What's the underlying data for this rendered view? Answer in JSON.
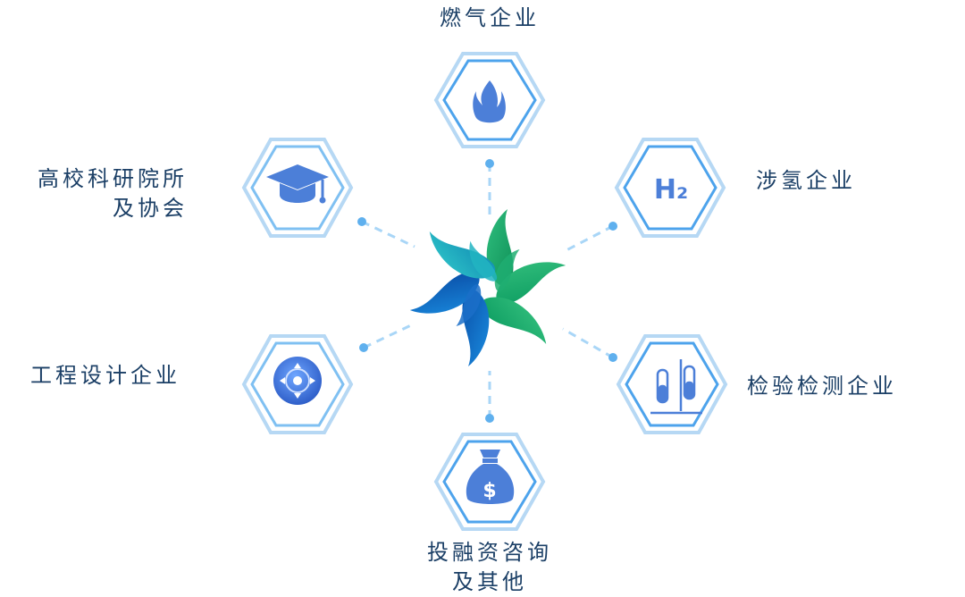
{
  "colors": {
    "hex_outer": "#b6d8f4",
    "hex_outer_strong": "#7fc0f2",
    "hex_inner": "#4da3ec",
    "connector": "#a9d6f7",
    "connector_dot": "#5fb0ee",
    "icon": "#4c7fd8",
    "label": "#1b3f66"
  },
  "nodes": {
    "gas": {
      "lines": [
        "燃气企业"
      ],
      "icon": "flame-icon"
    },
    "hydrogen": {
      "lines": [
        "涉氢企业"
      ],
      "icon": "h2-icon",
      "icon_text": "H₂"
    },
    "inspection": {
      "lines": [
        "检验检测企业"
      ],
      "icon": "test-tube-icon"
    },
    "finance": {
      "lines": [
        "投融资咨询",
        "及其他"
      ],
      "icon": "money-bag-icon",
      "icon_text": "$"
    },
    "engineering": {
      "lines": [
        "工程设计企业"
      ],
      "icon": "target-compass-icon"
    },
    "academia": {
      "lines": [
        "高校科研院所",
        "及协会"
      ],
      "icon": "graduation-cap-icon"
    }
  },
  "center": {
    "icon": "pinwheel-leaf-logo"
  }
}
